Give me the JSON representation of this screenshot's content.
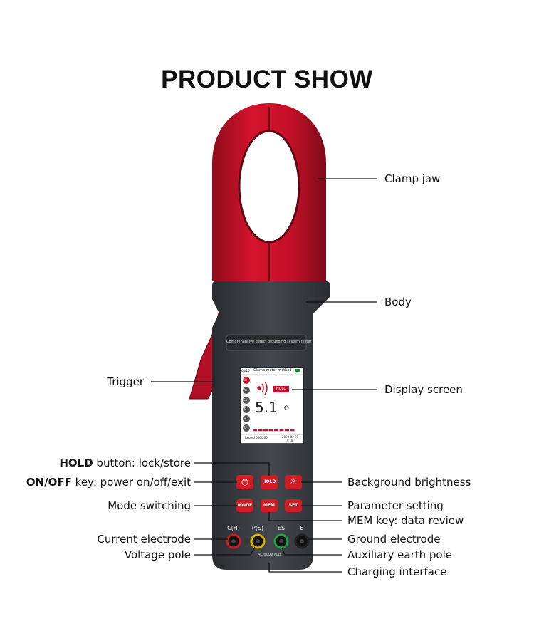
{
  "title": "PRODUCT SHOW",
  "device": {
    "panel_label": "Comprehensive defect grounding system tester",
    "screen": {
      "top_left": "08/15",
      "mode_text": "Clamp meter method",
      "hold_badge": "HOLD",
      "value": "5.1",
      "unit": "Ω",
      "record": "Record 000/200",
      "date": "2022-03-21",
      "time": "14:18",
      "side_icons": [
        "CH",
        "Re",
        "Se",
        "P",
        "A",
        "U"
      ]
    },
    "buttons": {
      "power": "⏻",
      "hold": "HOLD",
      "brightness": "☼",
      "mode": "MODE",
      "mem": "MEM",
      "set": "SET"
    },
    "jacks": [
      "C(H)",
      "P(S)",
      "ES",
      "E"
    ],
    "charging_text": "AC 600V Max"
  },
  "labels": {
    "clamp_jaw": "Clamp jaw",
    "body": "Body",
    "trigger": "Trigger",
    "display_screen": "Display screen",
    "hold_bold": "HOLD",
    "hold_rest": " button: lock/store",
    "onoff_bold": "ON/OFF",
    "onoff_rest": " key: power on/off/exit",
    "background_brightness": "Background brightness",
    "mode_switching": "Mode switching",
    "parameter_setting": "Parameter setting",
    "mem_key": "MEM key: data review",
    "current_electrode": "Current electrode",
    "ground_electrode": "Ground electrode",
    "voltage_pole": "Voltage pole",
    "auxiliary_earth_pole": "Auxiliary earth pole",
    "charging_interface": "Charging interface"
  },
  "colors": {
    "clamp_red": "#c8102e",
    "body_gray": "#3a3d42",
    "button_red": "#d01c24"
  }
}
